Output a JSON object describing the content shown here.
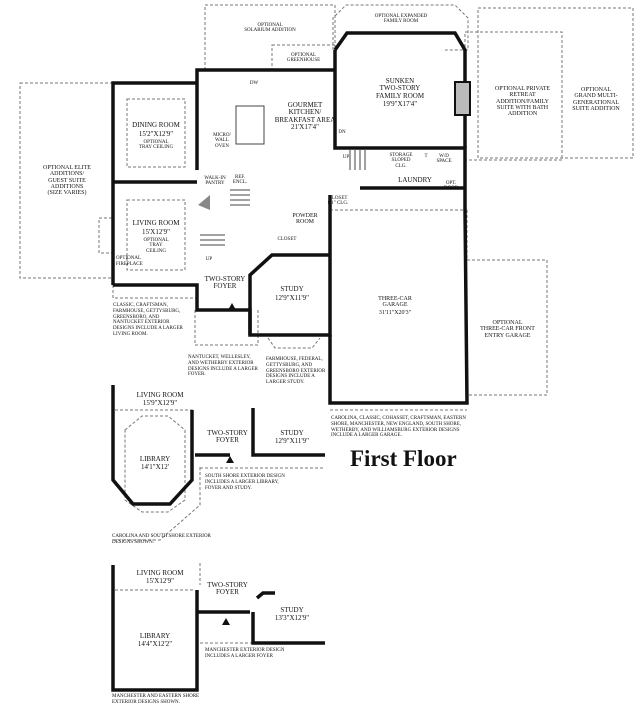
{
  "title": "First Floor",
  "rooms": {
    "solarium": "OPTIONAL\nSOLARIUM ADDITION",
    "greenhouse": "OPTIONAL\nGREENHOUSE",
    "expanded_family": "OPTIONAL EXPANDED\nFAMILY ROOM",
    "family_room": {
      "name": "SUNKEN\nTWO-STORY\nFAMILY ROOM",
      "dim": "19'9\"X17'4\""
    },
    "private_retreat": "OPTIONAL PRIVATE\nRETREAT\nADDITION/FAMILY\nSUITE WITH BATH\nADDITION",
    "grand_multi": "OPTIONAL\nGRAND MULTI-\nGENERATIONAL\nSUITE ADDITION",
    "elite": "OPTIONAL ELITE\nADDITIONS/\nGUEST SUITE\nADDITIONS\n(SIZE VARIES)",
    "dining": {
      "name": "DINING ROOM",
      "dim": "15'2\"X12'9\"",
      "note": "OPTIONAL\nTRAY CEILING"
    },
    "kitchen": {
      "name": "GOURMET\nKITCHEN/\nBREAKFAST AREA",
      "dim": "21'X17'4\""
    },
    "micro": "MICRO/\nWALL\nOVEN",
    "dw": "DW",
    "pantry": "WALK-IN\nPANTRY",
    "ref": "REF.\nENCL.",
    "living": {
      "name": "LIVING ROOM",
      "dim": "15'X12'9\"",
      "note": "OPTIONAL\nTRAY\nCEILING"
    },
    "fireplace": "OPTIONAL\nFIREPLACE",
    "foyer": "TWO-STORY\nFOYER",
    "study": {
      "name": "STUDY",
      "dim": "12'9\"X11'9\""
    },
    "powder": "POWDER\nROOM",
    "closet": "CLOSET",
    "closet_clg": "CLOSET\n8'1\" CLG.",
    "storage": "STORAGE\nSLOPED\nCLG.",
    "wd": "W/D\nSPACE",
    "t": "T",
    "laundry": "LAUNDRY",
    "opt_door": "OPT.\nDOOR",
    "garage": {
      "name": "THREE-CAR\nGARAGE",
      "dim": "31'11\"X20'3\""
    },
    "front_garage": "OPTIONAL\nTHREE-CAR FRONT\nENTRY GARAGE",
    "up": "UP",
    "dn": "DN"
  },
  "notes": {
    "living": "CLASSIC, CRAFTSMAN,\nFARMHOUSE, GETTYSBURG,\nGREENSBORO, AND\nNANTUCKET EXTERIOR\nDESIGNS INCLUDE A LARGER\nLIVING ROOM.",
    "foyer": "NANTUCKET, WELLESLEY,\nAND WETHERBY EXTERIOR\nDESIGNS INCLUDE A LARGER\nFOYER.",
    "study": "FARMHOUSE, FEDERAL,\nGETTYSBURG, AND\nGREENSBORO EXTERIOR\nDESIGNS INCLUDE A\nLARGER STUDY.",
    "garage": "CAROLINA, CLASSIC, COHASSET, CRAFTSMAN, EASTERN\nSHORE, MANCHESTER, NEW ENGLAND, SOUTH SHORE,\nWETHERBY, AND WILLIAMSBURG EXTERIOR DESIGNS\nINCLUDE A LARGER GARAGE."
  },
  "alt1": {
    "living": {
      "name": "LIVING ROOM",
      "dim": "15'9\"X12'9\""
    },
    "library": {
      "name": "LIBRARY",
      "dim": "14'1\"X12'"
    },
    "foyer": "TWO-STORY\nFOYER",
    "study": {
      "name": "STUDY",
      "dim": "12'9\"X11'9\""
    },
    "note1": "SOUTH SHORE EXTERIOR DESIGN\nINCLUDES A LARGER LIBRARY,\nFOYER AND STUDY.",
    "note2": "CAROLINA AND SOUTH SHORE EXTERIOR\nDESIGNS SHOWN."
  },
  "alt2": {
    "living": {
      "name": "LIVING ROOM",
      "dim": "15'X12'9\""
    },
    "library": {
      "name": "LIBRARY",
      "dim": "14'4\"X12'2\""
    },
    "foyer": "TWO-STORY\nFOYER",
    "study": {
      "name": "STUDY",
      "dim": "13'3\"X12'9\""
    },
    "note1": "MANCHESTER EXTERIOR DESIGN\nINCLUDES A LARGER FOYER",
    "note2": "MANCHESTER AND EASTERN SHORE\nEXTERIOR DESIGNS SHOWN."
  }
}
